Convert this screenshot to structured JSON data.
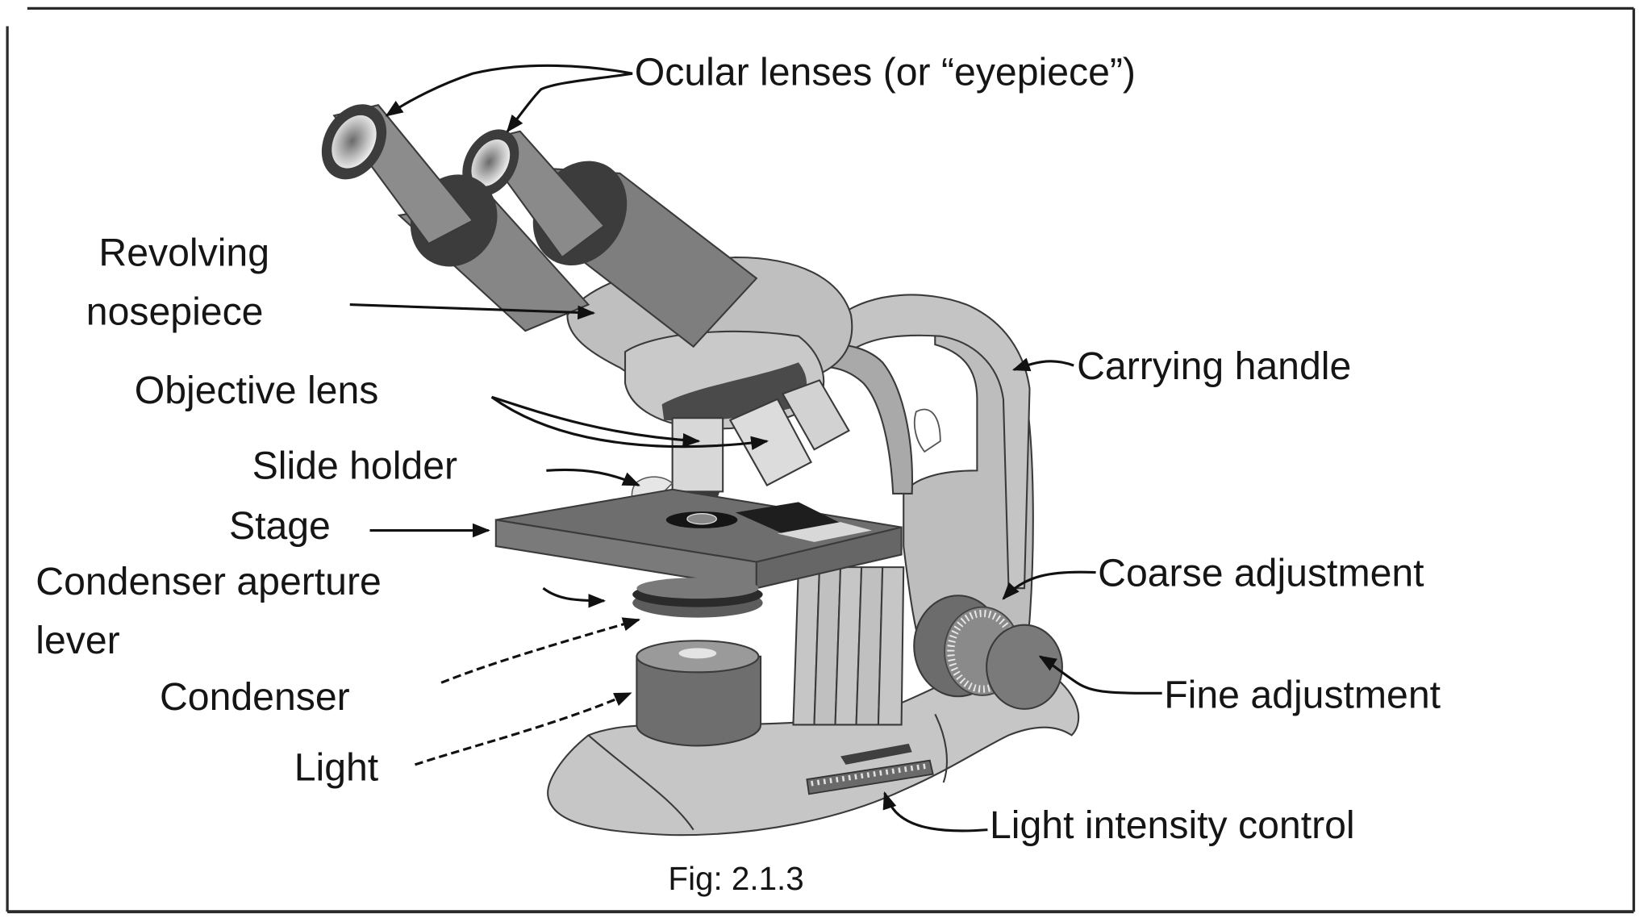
{
  "figure": {
    "caption": "Fig: 2.1.3",
    "subject": "Compound light microscope (binocular)",
    "colors": {
      "background": "#ffffff",
      "border": "#2a2a2a",
      "text": "#151515",
      "body_light": "#c9c9c9",
      "body_mid": "#a8a8a8",
      "body_dark": "#7a7a7a",
      "ring_dark": "#4a4a4a"
    }
  },
  "labels": {
    "ocular_lenses": "Ocular lenses (or “eyepiece”)",
    "revolving_nosepiece_line1": "Revolving",
    "revolving_nosepiece_line2": "nosepiece",
    "objective_lens": "Objective lens",
    "slide_holder": "Slide holder",
    "stage": "Stage",
    "condenser_aperture_lever_line1": "Condenser aperture",
    "condenser_aperture_lever_line2": "lever",
    "condenser": "Condenser",
    "light": "Light",
    "carrying_handle": "Carrying handle",
    "coarse_adjustment": "Coarse adjustment",
    "fine_adjustment": "Fine adjustment",
    "light_intensity_control": "Light intensity control"
  }
}
